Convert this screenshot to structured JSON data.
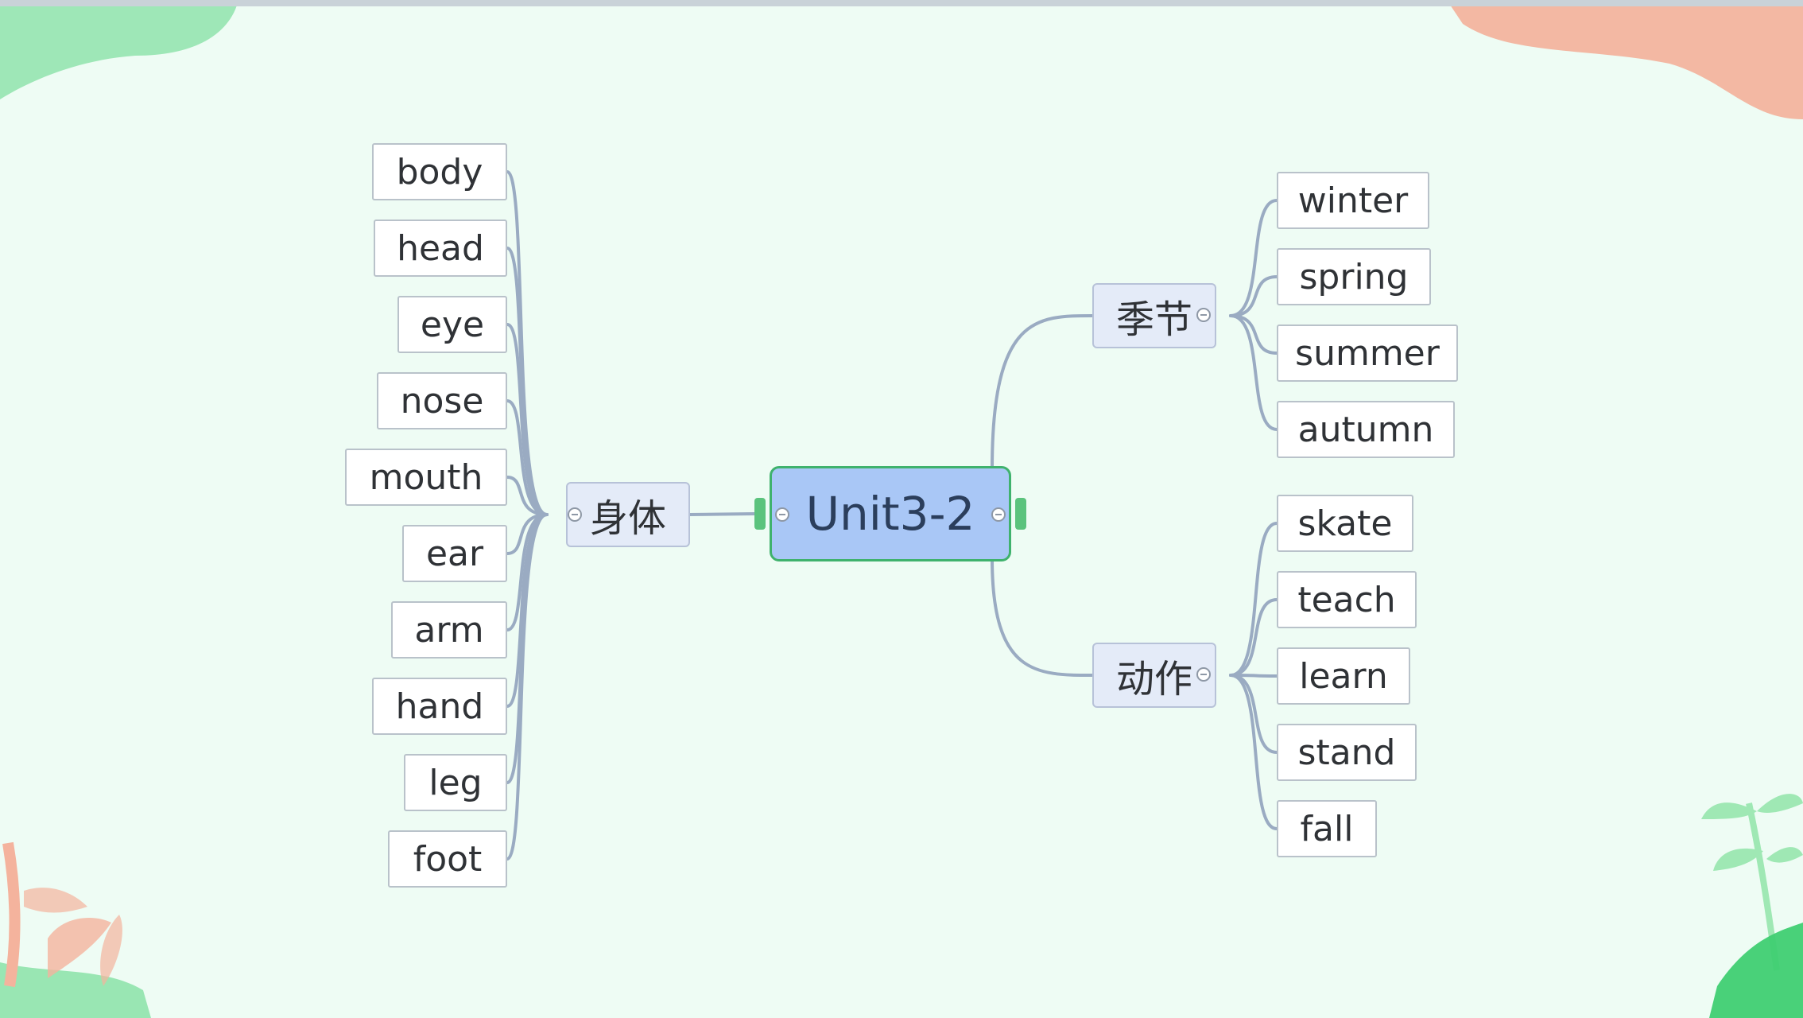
{
  "root": {
    "label": "Unit3-2"
  },
  "branches": {
    "body_parts": {
      "label": "身体",
      "items": [
        "body",
        "head",
        "eye",
        "nose",
        "mouth",
        "ear",
        "arm",
        "hand",
        "leg",
        "foot"
      ]
    },
    "seasons": {
      "label": "季节",
      "items": [
        "winter",
        "spring",
        "summer",
        "autumn"
      ]
    },
    "actions": {
      "label": "动作",
      "items": [
        "skate",
        "teach",
        "learn",
        "stand",
        "fall"
      ]
    }
  },
  "colors": {
    "background": "#eefcf4",
    "connector": "#9aabc2",
    "root_fill": "#a9c7f6",
    "root_border": "#3fb26d",
    "branch_fill": "#e4ebf8",
    "leaf_fill": "#ffffff",
    "deco_green": "#8ee3a8",
    "deco_salmon": "#f4b39d"
  }
}
